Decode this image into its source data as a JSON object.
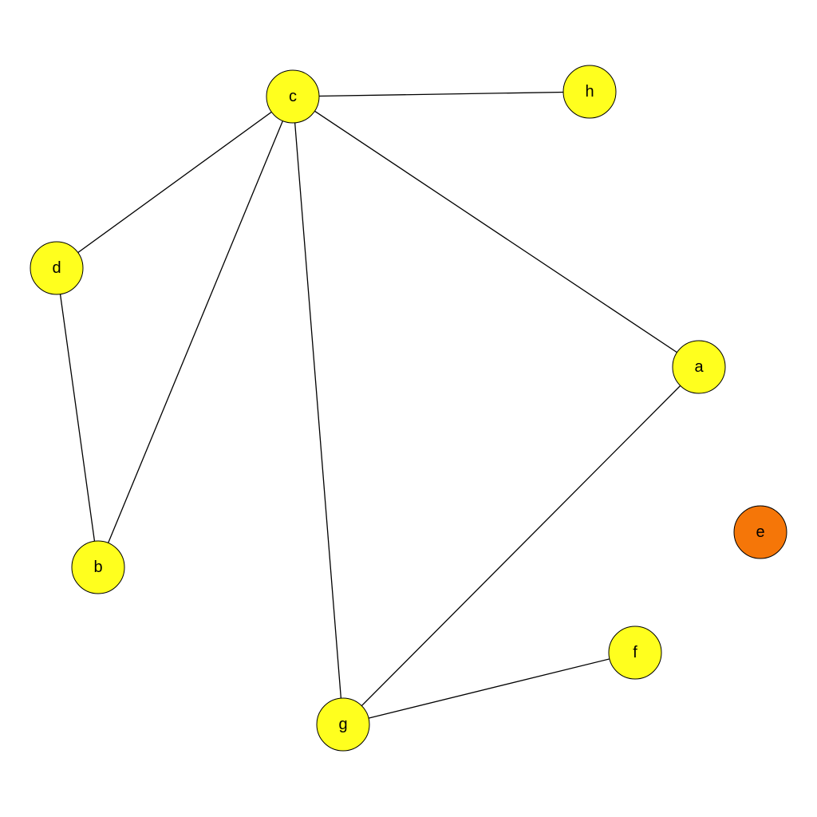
{
  "graph": {
    "nodes": [
      {
        "id": "a",
        "label": "a",
        "color": "#FFFF1E"
      },
      {
        "id": "b",
        "label": "b",
        "color": "#FFFF1E"
      },
      {
        "id": "c",
        "label": "c",
        "color": "#FFFF1E"
      },
      {
        "id": "d",
        "label": "d",
        "color": "#FFFF1E"
      },
      {
        "id": "e",
        "label": "e",
        "color": "#F57608"
      },
      {
        "id": "f",
        "label": "f",
        "color": "#FFFF1E"
      },
      {
        "id": "g",
        "label": "g",
        "color": "#FFFF1E"
      },
      {
        "id": "h",
        "label": "h",
        "color": "#FFFF1E"
      }
    ],
    "edges": [
      {
        "source": "c",
        "target": "h"
      },
      {
        "source": "c",
        "target": "d"
      },
      {
        "source": "c",
        "target": "b"
      },
      {
        "source": "c",
        "target": "g"
      },
      {
        "source": "c",
        "target": "a"
      },
      {
        "source": "d",
        "target": "b"
      },
      {
        "source": "a",
        "target": "g"
      },
      {
        "source": "g",
        "target": "f"
      }
    ],
    "edge_color": "#000000",
    "node_border_color": "#000000"
  }
}
